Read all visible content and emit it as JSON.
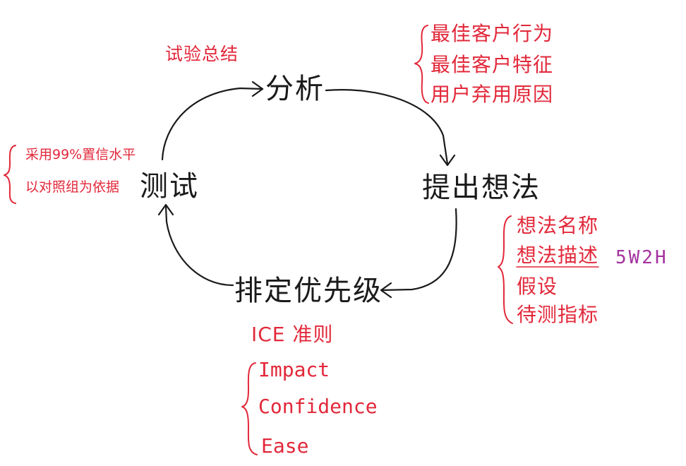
{
  "cycle": {
    "analyze": "分析",
    "propose": "提出想法",
    "prioritize": "排定优先级",
    "test": "测试"
  },
  "notes": {
    "summary": "试验总结",
    "analyze_items": [
      "最佳客户行为",
      "最佳客户特征",
      "用户弃用原因"
    ],
    "propose_items": [
      "想法名称",
      "想法描述",
      "假设",
      "待测指标"
    ],
    "method_tag": "5W2H",
    "ice_title": "ICE 准则",
    "ice_items": [
      "Impact",
      "Confidence",
      "Ease"
    ],
    "test_items": [
      "采用99%置信水平",
      "以对照组为依据"
    ]
  },
  "colors": {
    "ink": "#1a1a1a",
    "annotation": "#e2283a",
    "accent": "#a3329f"
  }
}
